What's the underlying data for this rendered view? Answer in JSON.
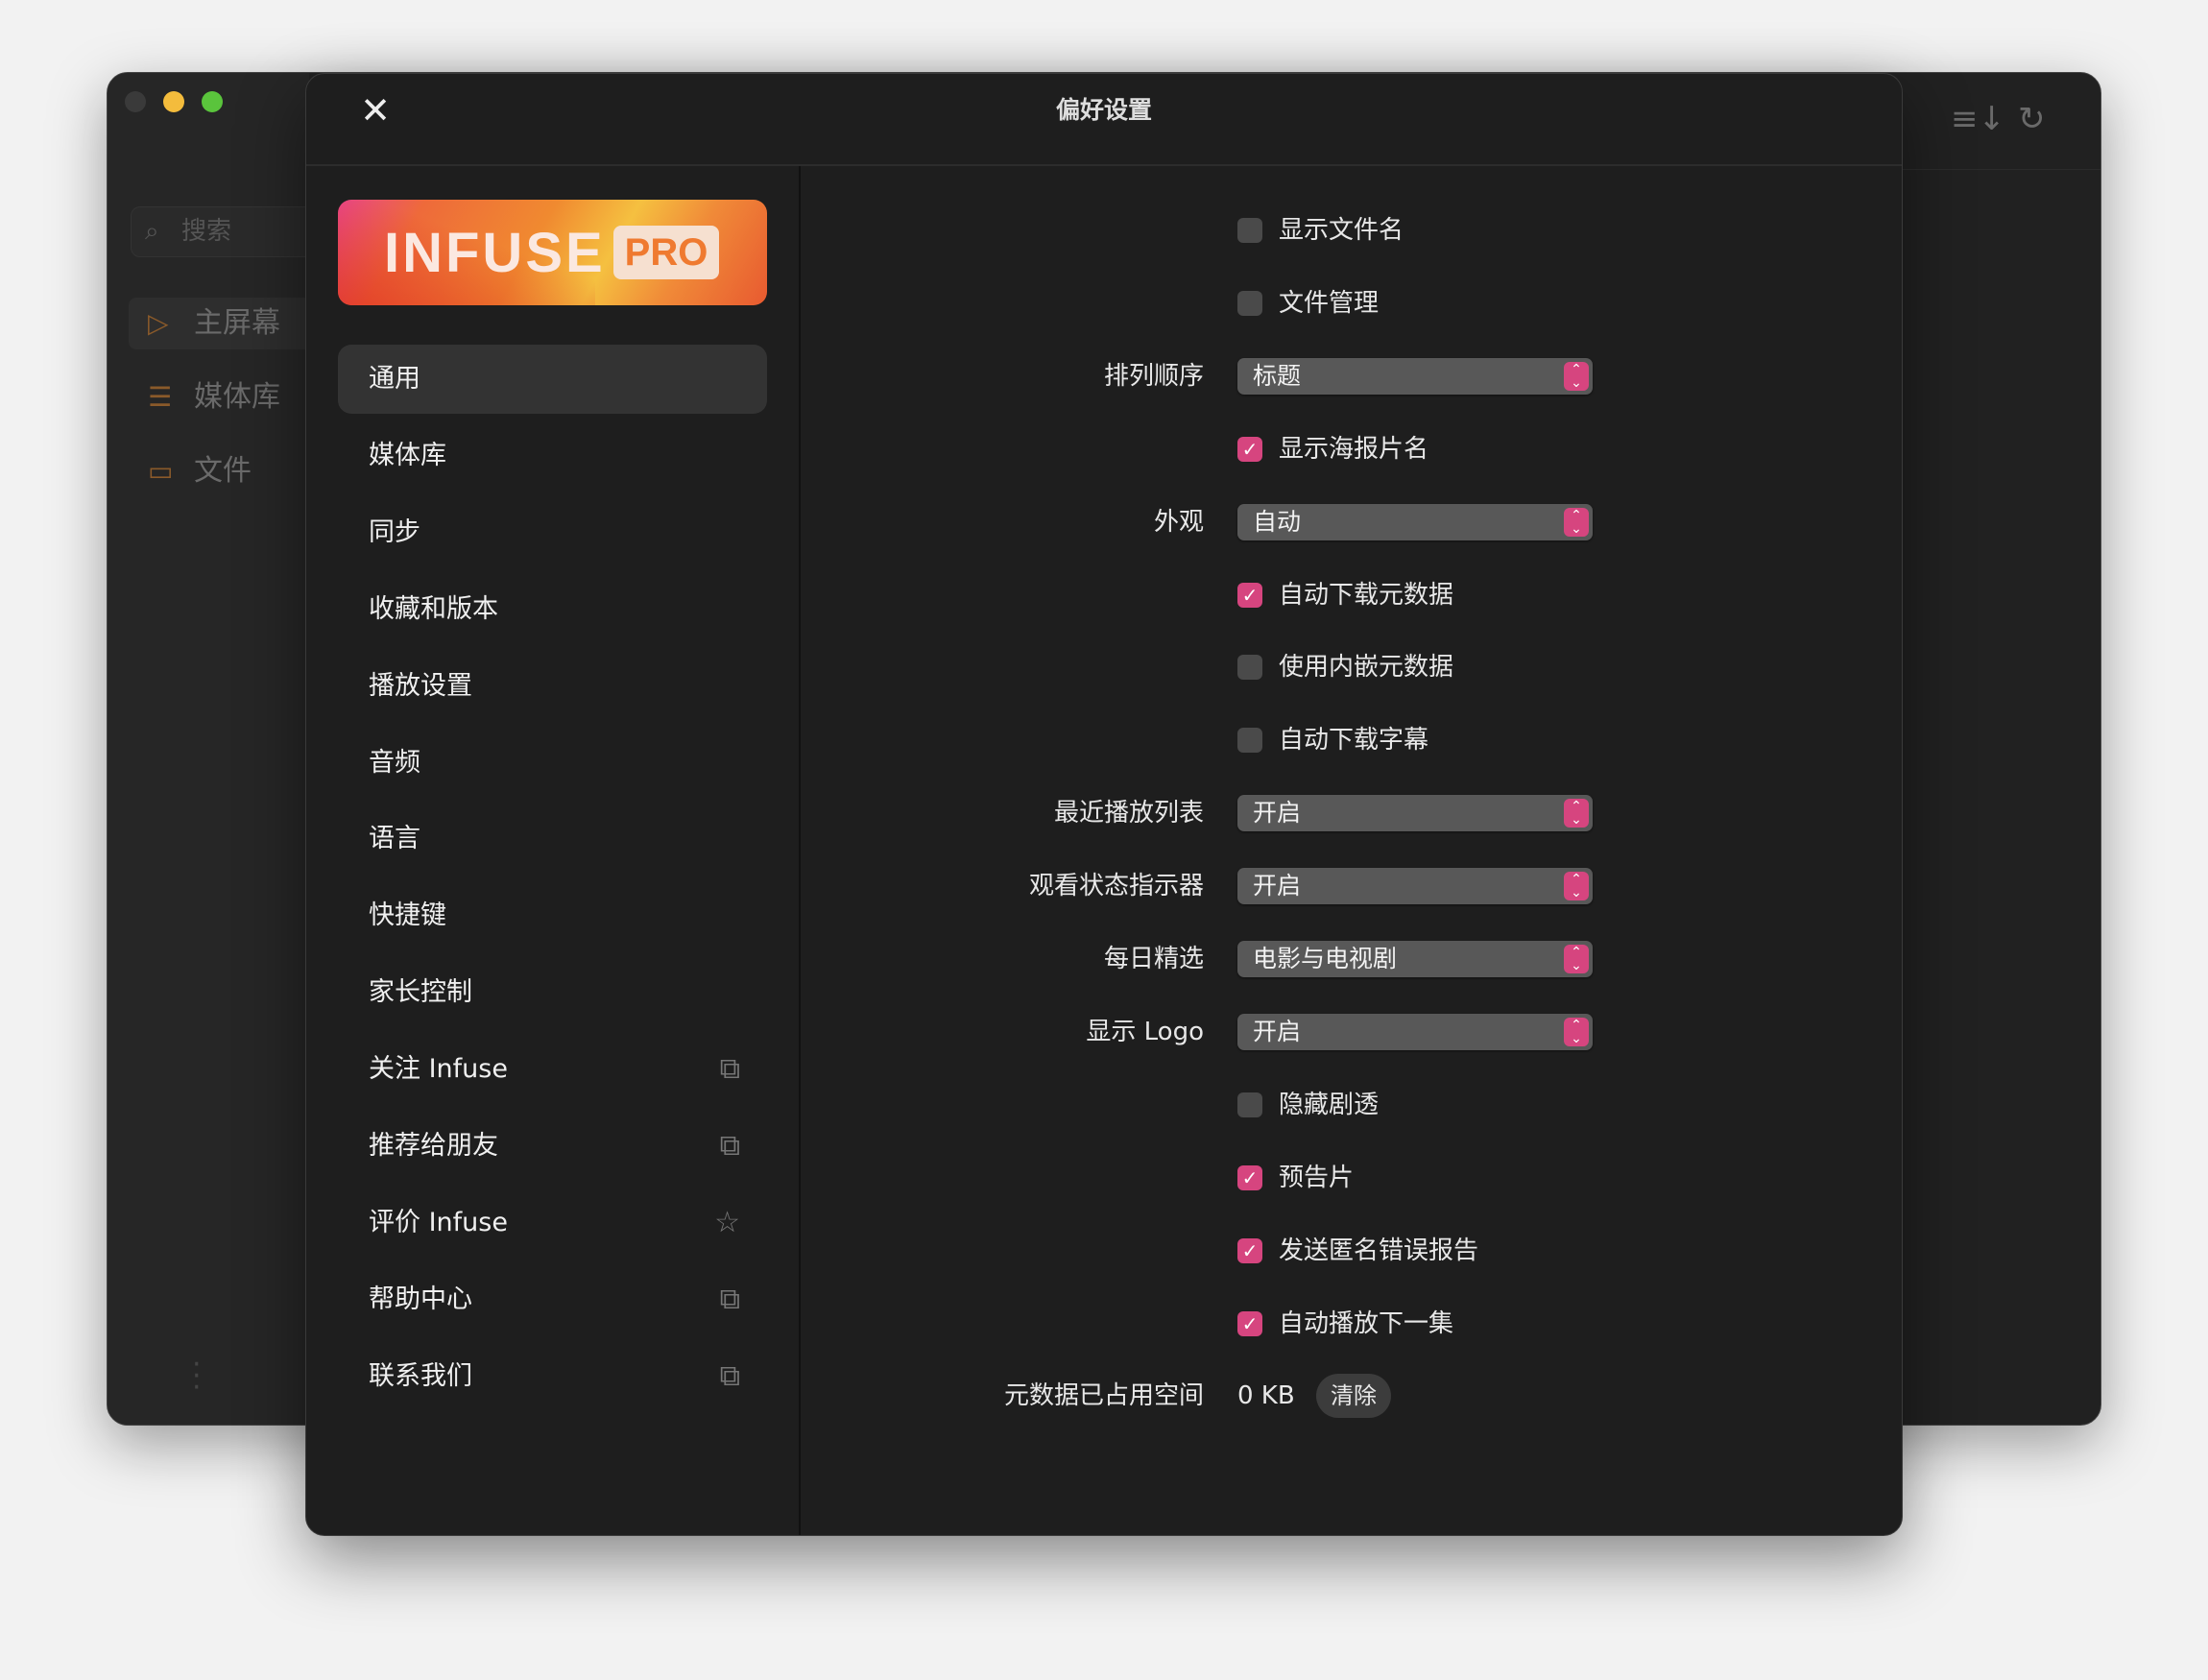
{
  "background_window": {
    "search_placeholder": "搜索",
    "sidebar": [
      {
        "label": "主屏幕",
        "icon": "play-icon",
        "selected": true
      },
      {
        "label": "媒体库",
        "icon": "library-icon",
        "selected": false
      },
      {
        "label": "文件",
        "icon": "folder-icon",
        "selected": false
      }
    ],
    "toolbar_icons": [
      "sort-icon",
      "refresh-icon"
    ]
  },
  "modal": {
    "title": "偏好设置",
    "logo": {
      "text": "INFUSE",
      "badge": "PRO"
    },
    "nav": [
      {
        "label": "通用",
        "selected": true
      },
      {
        "label": "媒体库"
      },
      {
        "label": "同步"
      },
      {
        "label": "收藏和版本"
      },
      {
        "label": "播放设置"
      },
      {
        "label": "音频"
      },
      {
        "label": "语言"
      },
      {
        "label": "快捷键"
      },
      {
        "label": "家长控制"
      },
      {
        "label": "关注 Infuse",
        "icon": "external-link-icon"
      },
      {
        "label": "推荐给朋友",
        "icon": "external-link-icon"
      },
      {
        "label": "评价 Infuse",
        "icon": "star-icon"
      },
      {
        "label": "帮助中心",
        "icon": "external-link-icon"
      },
      {
        "label": "联系我们",
        "icon": "external-link-icon"
      }
    ],
    "settings": [
      {
        "type": "checkbox",
        "text": "显示文件名",
        "checked": false
      },
      {
        "type": "checkbox",
        "text": "文件管理",
        "checked": false
      },
      {
        "type": "popup",
        "label": "排列顺序",
        "value": "标题"
      },
      {
        "type": "checkbox",
        "text": "显示海报片名",
        "checked": true
      },
      {
        "type": "popup",
        "label": "外观",
        "value": "自动"
      },
      {
        "type": "checkbox",
        "text": "自动下载元数据",
        "checked": true
      },
      {
        "type": "checkbox",
        "text": "使用内嵌元数据",
        "checked": false
      },
      {
        "type": "checkbox",
        "text": "自动下载字幕",
        "checked": false
      },
      {
        "type": "popup",
        "label": "最近播放列表",
        "value": "开启"
      },
      {
        "type": "popup",
        "label": "观看状态指示器",
        "value": "开启"
      },
      {
        "type": "popup",
        "label": "每日精选",
        "value": "电影与电视剧"
      },
      {
        "type": "popup",
        "label": "显示 Logo",
        "value": "开启"
      },
      {
        "type": "checkbox",
        "text": "隐藏剧透",
        "checked": false
      },
      {
        "type": "checkbox",
        "text": "预告片",
        "checked": true
      },
      {
        "type": "checkbox",
        "text": "发送匿名错误报告",
        "checked": true
      },
      {
        "type": "checkbox",
        "text": "自动播放下一集",
        "checked": true
      },
      {
        "type": "storage",
        "label": "元数据已占用空间",
        "value": "0 KB",
        "button": "清除"
      }
    ]
  },
  "colors": {
    "accent": "#d6457f",
    "modal_bg": "#1e1e1e",
    "selected_nav": "#333333"
  }
}
